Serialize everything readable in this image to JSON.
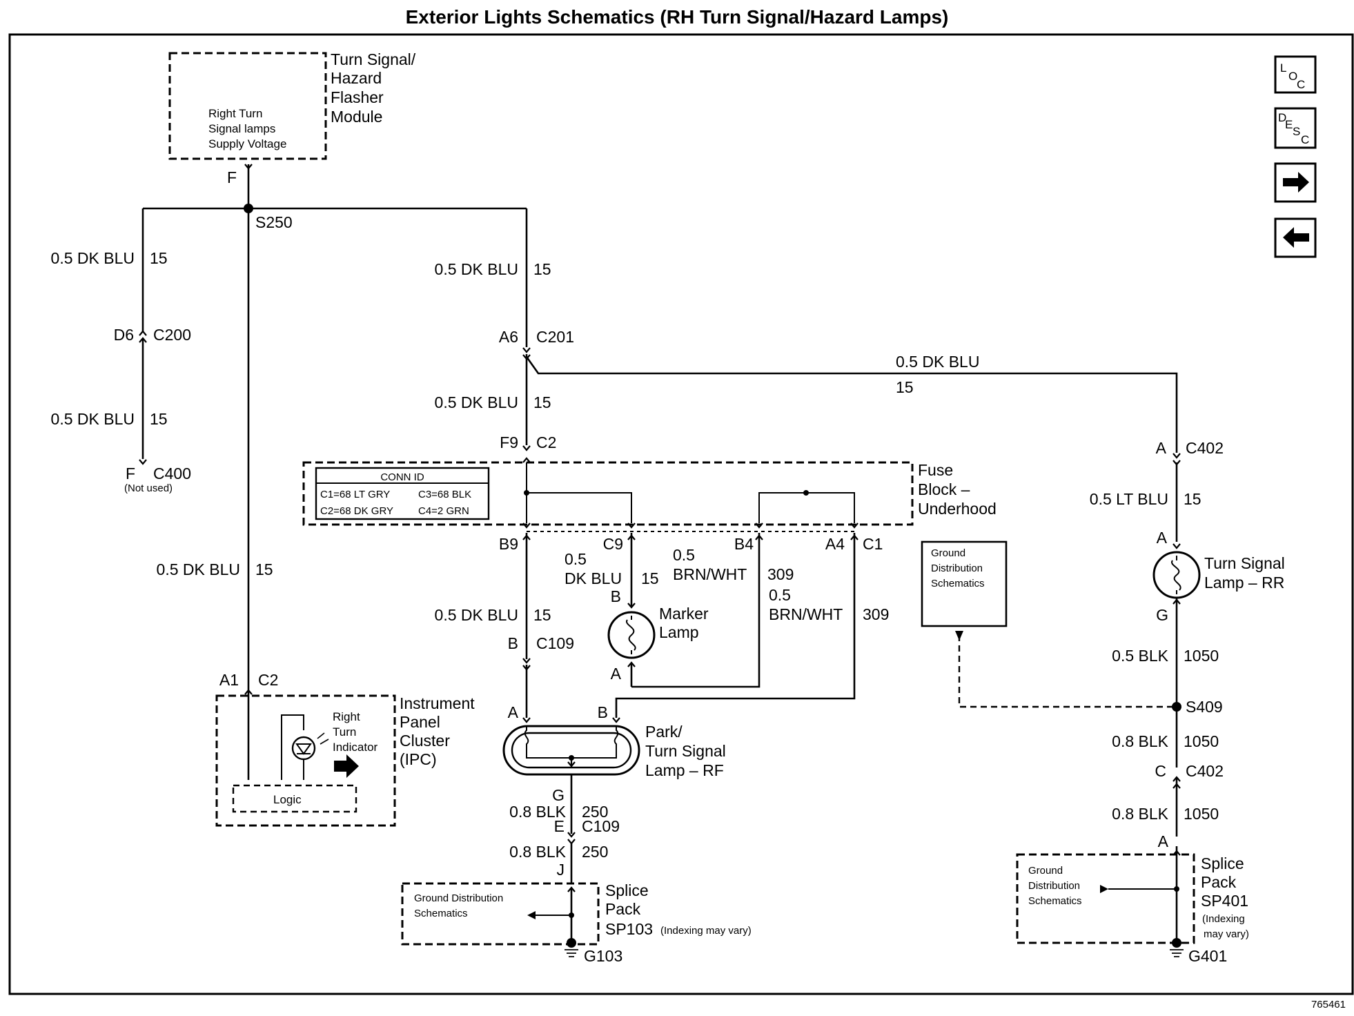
{
  "title": "Exterior Lights Schematics (RH Turn Signal/Hazard Lamps)",
  "figure_number": "765461",
  "nav_icons": [
    {
      "name": "loc",
      "glyph": [
        "L",
        "O",
        "C"
      ]
    },
    {
      "name": "desc",
      "glyph": [
        "D",
        "E",
        "S",
        "C"
      ]
    },
    {
      "name": "next",
      "glyph": "➡"
    },
    {
      "name": "prev",
      "glyph": "⬅"
    }
  ],
  "flasher": {
    "name": "Turn Signal/ Hazard Flasher Module",
    "name_lines": [
      "Turn Signal/",
      "Hazard",
      "Flasher",
      "Module"
    ],
    "inner_lines": [
      "Right Turn",
      "Signal lamps",
      "Supply Voltage"
    ],
    "pin": "F"
  },
  "splice_s250": "S250",
  "wires": {
    "left_upper": {
      "size_color": "0.5 DK BLU",
      "circuit": "15"
    },
    "left_lower": {
      "size_color": "0.5 DK BLU",
      "circuit": "15"
    },
    "center_upper": {
      "size_color": "0.5 DK BLU",
      "circuit": "15"
    },
    "center_mid": {
      "size_color": "0.5 DK BLU",
      "circuit": "15"
    },
    "to_rear": {
      "size_color": "0.5 DK BLU",
      "circuit": "15"
    },
    "ipc_feed": {
      "size_color": "0.5 DK BLU",
      "circuit": "15"
    },
    "b9_down": {
      "size_color": "0.5 DK BLU",
      "circuit": "15"
    },
    "c9_down": {
      "size_color_lines": [
        "0.5",
        "DK BLU"
      ],
      "circuit": "15"
    },
    "b4_down": {
      "size_color_lines": [
        "0.5",
        "BRN/WHT"
      ],
      "circuit": "309"
    },
    "c1_down": {
      "size_color_lines": [
        "0.5",
        "BRN/WHT"
      ],
      "circuit": "309"
    },
    "rr_feed": {
      "size_color": "0.5 LT BLU",
      "circuit": "15"
    },
    "rr_ground": {
      "size_color": "0.5 BLK",
      "circuit": "1050"
    },
    "s409_down": {
      "size_color": "0.8 BLK",
      "circuit": "1050"
    },
    "c402_down": {
      "size_color": "0.8 BLK",
      "circuit": "1050"
    },
    "rf_ground_1": {
      "size_color": "0.8 BLK",
      "circuit": "250"
    },
    "rf_ground_2": {
      "size_color": "0.8 BLK",
      "circuit": "250"
    }
  },
  "connectors": {
    "c200": {
      "pin": "D6",
      "name": "C200"
    },
    "c400": {
      "pin": "F",
      "name": "C400",
      "note": "(Not used)"
    },
    "c201": {
      "pin": "A6",
      "name": "C201"
    },
    "c2_fuse": {
      "pin": "F9",
      "name": "C2"
    },
    "c402_top": {
      "pin": "A",
      "name": "C402"
    },
    "c2_ipc": {
      "pin": "A1",
      "name": "C2"
    },
    "c109_top": {
      "pin": "B",
      "name": "C109"
    },
    "c109_bottom": {
      "pin_top": "G",
      "pin_bottom": "E",
      "name": "C109"
    },
    "sp103_pin": "J",
    "c402_bottom": {
      "pin": "C",
      "name": "C402"
    },
    "sp401_pin": "A"
  },
  "fuse_block": {
    "name_lines": [
      "Fuse",
      "Block –",
      "Underhood"
    ],
    "conn_id": {
      "header": "CONN ID",
      "rows": [
        [
          "C1=68 LT GRY",
          "C3=68 BLK"
        ],
        [
          "C2=68 DK GRY",
          "C4=2 GRN"
        ]
      ]
    },
    "pins": {
      "b9": "B9",
      "c9": "C9",
      "b4": "B4",
      "a4": "A4",
      "c1": "C1"
    }
  },
  "marker_lamp": {
    "name_lines": [
      "Marker",
      "Lamp"
    ],
    "pin_top": "B",
    "pin_bottom": "A"
  },
  "park_lamp": {
    "name_lines": [
      "Park/",
      "Turn Signal",
      "Lamp – RF"
    ],
    "pin_a": "A",
    "pin_b": "B"
  },
  "rr_lamp": {
    "name_lines": [
      "Turn Signal",
      "Lamp – RR"
    ],
    "pin_top": "A",
    "pin_bottom": "G"
  },
  "ground_ref_box": {
    "lines": [
      "Ground",
      "Distribution",
      "Schematics"
    ]
  },
  "splice_s409": "S409",
  "ipc": {
    "name_lines": [
      "Instrument",
      "Panel",
      "Cluster",
      "(IPC)"
    ],
    "indicator_lines": [
      "Right",
      "Turn",
      "Indicator"
    ],
    "logic": "Logic"
  },
  "sp103": {
    "ground_ref_lines": [
      "Ground Distribution",
      "Schematics"
    ],
    "name_lines": [
      "Splice",
      "Pack"
    ],
    "id": "SP103",
    "note": "(Indexing may vary)",
    "ground": "G103"
  },
  "sp401": {
    "ground_ref_lines": [
      "Ground",
      "Distribution",
      "Schematics"
    ],
    "name_lines": [
      "Splice",
      "Pack",
      "SP401"
    ],
    "note_lines": [
      "(Indexing",
      "may vary)"
    ],
    "ground": "G401"
  }
}
